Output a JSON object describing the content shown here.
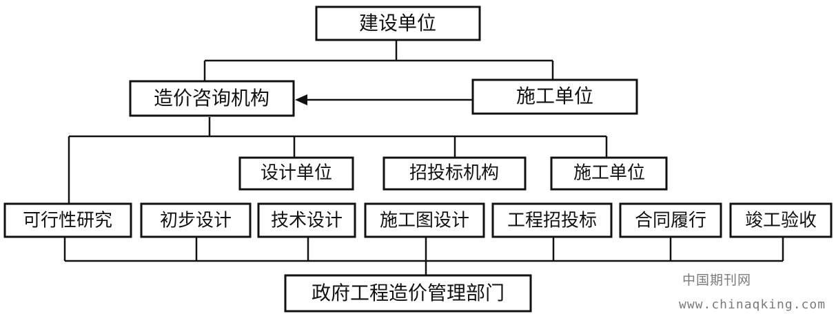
{
  "nodes": {
    "owner": "建设单位",
    "cost_consultancy": "造价咨询机构",
    "contractor_top": "施工单位",
    "design_unit": "设计单位",
    "tendering_agency": "招投标机构",
    "contractor_mid": "施工单位",
    "feasibility": "可行性研究",
    "preliminary_design": "初步设计",
    "technical_design": "技术设计",
    "construction_drawing": "施工图设计",
    "bidding": "工程招投标",
    "contract_performance": "合同履行",
    "acceptance": "竣工验收",
    "government": "政府工程造价管理部门"
  },
  "watermark": {
    "name": "中国期刊网",
    "url": "www.chinaqking.com"
  },
  "colors": {
    "line": "#111111",
    "box_fill": "#ffffff",
    "watermark": "#7a7a7a"
  }
}
